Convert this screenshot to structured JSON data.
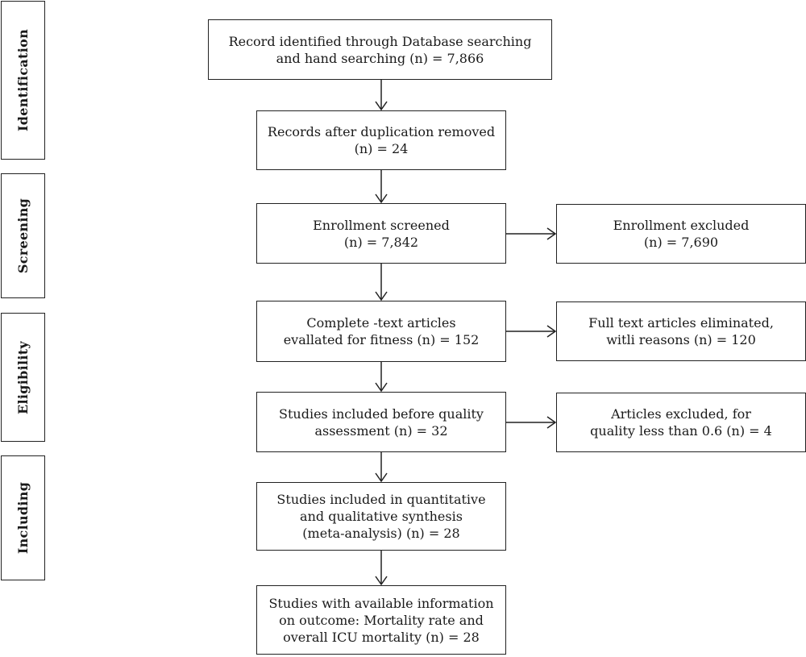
{
  "stages": {
    "identification": "Identification",
    "screening": "Screening",
    "eligibility": "Eligibility",
    "including": "Including"
  },
  "boxes": {
    "identified": "Record identified through Database searching\nand hand searching (n) = 7,866",
    "after_duplication": "Records after duplication removed\n(n) = 24",
    "screened": "Enrollment screened\n(n)  =  7,842",
    "excluded": "Enrollment excluded\n(n) = 7,690",
    "fulltext_assessed": "Complete -text articles\nevallated for fitness (n) = 152",
    "fulltext_eliminated": "Full text articles eliminated,\nwitli reasons (n) = 120",
    "before_quality": "Studies included before quality\nassessment (n) = 32",
    "quality_excluded": "Articles excluded, for\nquality less than 0.6 (n) = 4",
    "synthesis": "Studies included in quantitative\nand qualitative synthesis\n(meta-analysis) (n) = 28",
    "outcome": "Studies with available information\non outcome: Mortality rate and\noverall ICU mortality  (n) = 28"
  }
}
